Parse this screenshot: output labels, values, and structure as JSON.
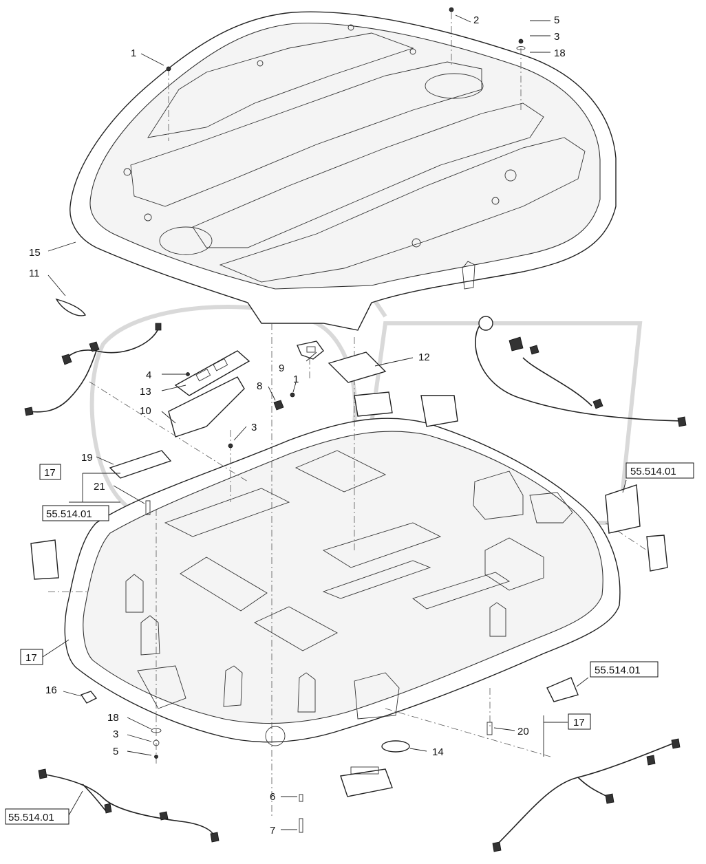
{
  "callouts": {
    "c1a": "1",
    "c2": "2",
    "c5a": "5",
    "c3a": "3",
    "c18a": "18",
    "c15": "15",
    "c11": "11",
    "c9": "9",
    "c12": "12",
    "c4": "4",
    "c13": "13",
    "c10": "10",
    "c8": "8",
    "c1b": "1",
    "c3b": "3",
    "c19": "19",
    "c21": "21",
    "c16": "16",
    "c18b": "18",
    "c3c": "3",
    "c5b": "5",
    "c6": "6",
    "c7": "7",
    "c14": "14",
    "c20": "20"
  },
  "boxes": {
    "b17a": "17",
    "b17b": "17",
    "b17c": "17",
    "r1": "55.514.01",
    "r2": "55.514.01",
    "r3": "55.514.01",
    "r4": "55.514.01"
  }
}
